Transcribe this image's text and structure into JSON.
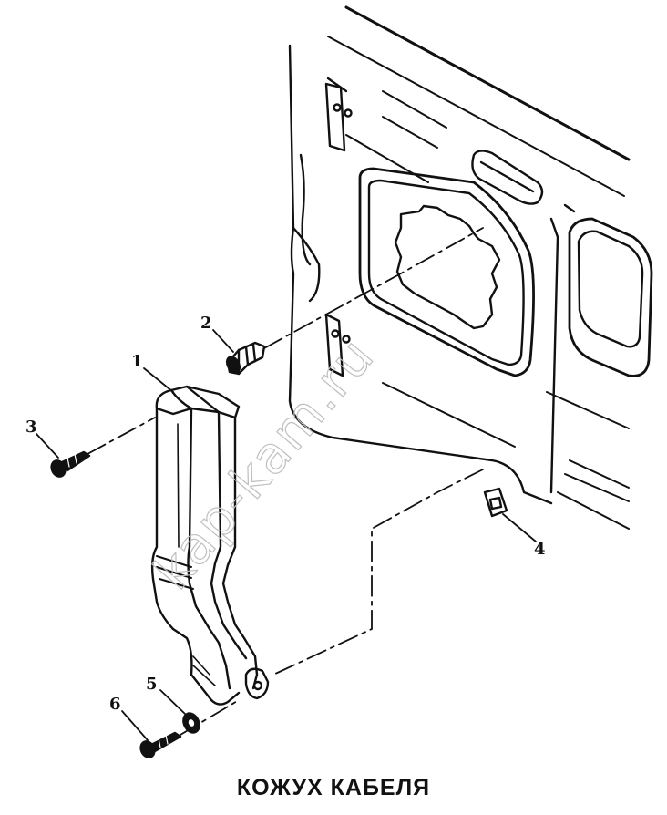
{
  "caption": "КОЖУХ КАБЕЛЯ",
  "watermark": "kap-kam.ru",
  "callouts": {
    "c1": "1",
    "c2": "2",
    "c3": "3",
    "c4": "4",
    "c5": "5",
    "c6": "6"
  },
  "colors": {
    "ink": "#111111",
    "paper": "#ffffff",
    "watermark": "#bfbfbf"
  }
}
